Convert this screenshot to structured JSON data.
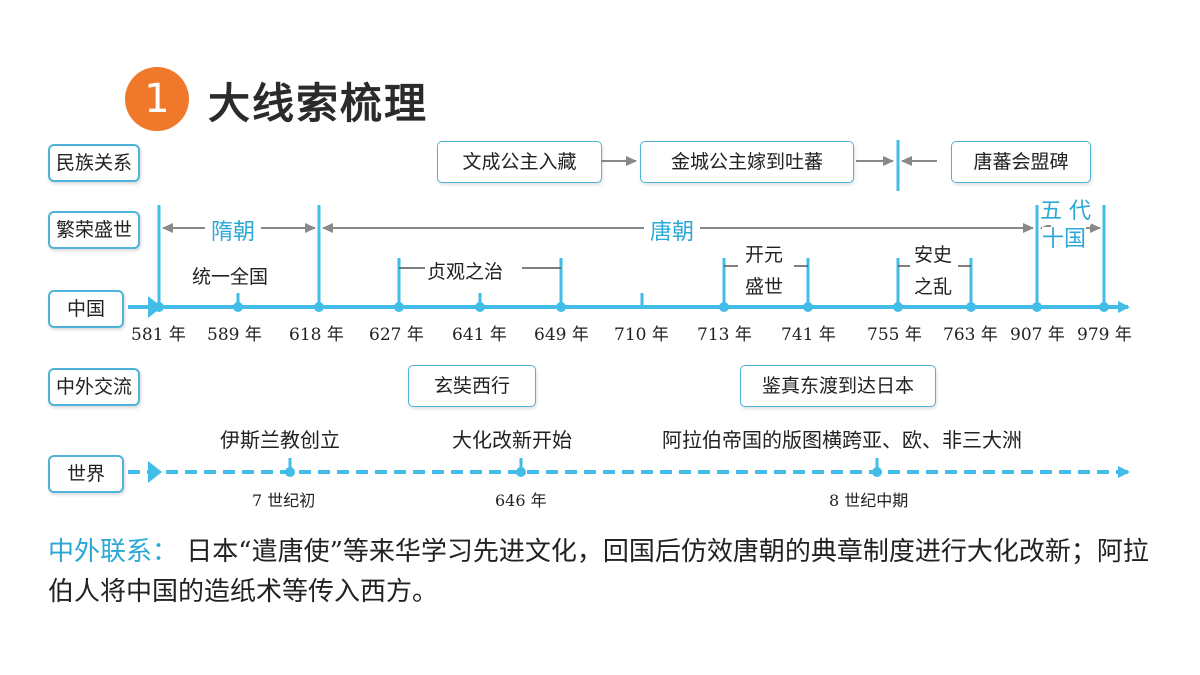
{
  "heading": {
    "number": "1",
    "title": "大线索梳理"
  },
  "categories": {
    "ethnic": "民族关系",
    "prosperity": "繁荣盛世",
    "china": "中国",
    "exchange": "中外交流",
    "world": "世界"
  },
  "ethnic_events": [
    "文成公主入藏",
    "金城公主嫁到吐蕃",
    "唐蕃会盟碑"
  ],
  "dynasties": {
    "sui": "隋朝",
    "tang": "唐朝",
    "five_dynasties_line1": "五 代",
    "five_dynasties_line2": "十国"
  },
  "china_events": {
    "unify": "统一全国",
    "zhenguan": "贞观之治",
    "kaiyuan_line1": "开元",
    "kaiyuan_line2": "盛世",
    "anshi_line1": "安史",
    "anshi_line2": "之乱"
  },
  "china_years": [
    "581 年",
    "589 年",
    "618 年",
    "627 年",
    "641 年",
    "649 年",
    "710 年",
    "713 年",
    "741 年",
    "755 年",
    "763 年",
    "907 年",
    "979 年"
  ],
  "exchange_events": [
    "玄奘西行",
    "鉴真东渡到达日本"
  ],
  "world_events": [
    "伊斯兰教创立",
    "大化改新开始",
    "阿拉伯帝国的版图横跨亚、欧、非三大洲"
  ],
  "world_years": [
    "7 世纪初",
    "646 年",
    "8 世纪中期"
  ],
  "summary": {
    "label": "中外联系：",
    "text": " 日本“遣唐使”等来华学习先进文化，回国后仿效唐朝的典章制度进行大化改新；阿拉伯人将中国的造纸术等传入西方。"
  },
  "colors": {
    "accent": "#2aa8d6",
    "badge": "#f0782a",
    "line": "#42bde8"
  }
}
